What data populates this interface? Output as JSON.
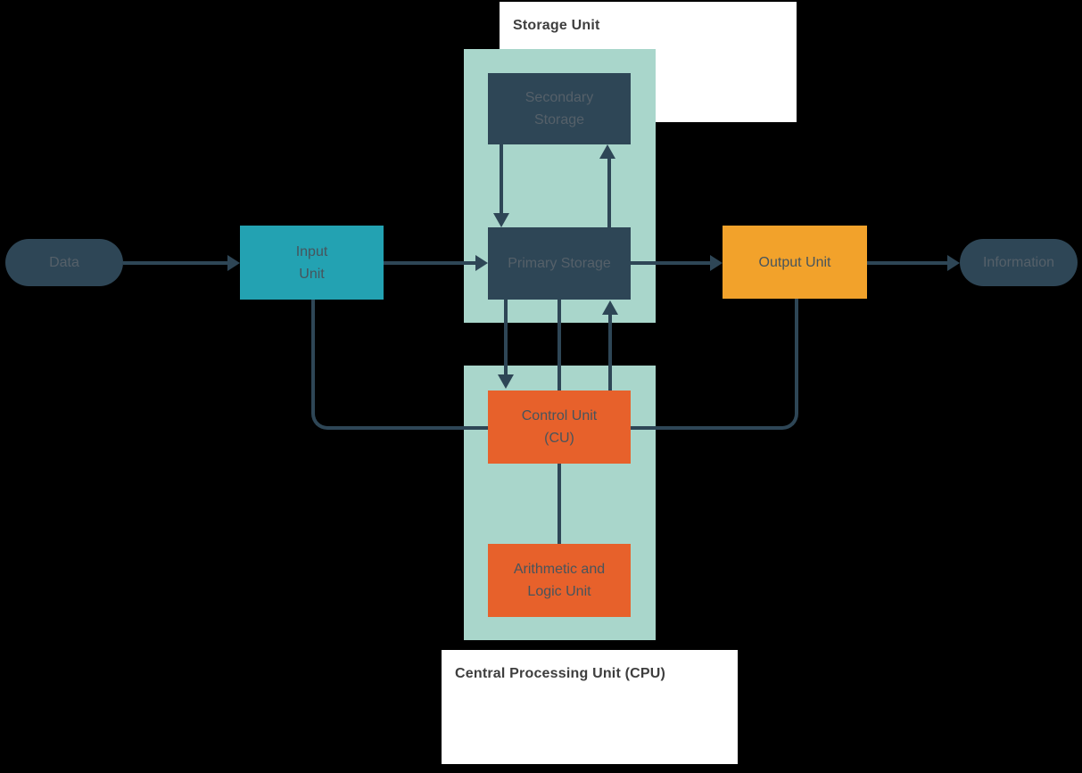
{
  "colors": {
    "background": "#000000",
    "slate": "#2e4656",
    "teal": "#23a2b2",
    "orange": "#e7612b",
    "amber": "#f2a22b",
    "container_green": "#a9d6cb",
    "label_bg": "#ffffff",
    "label_text": "#3e3e3e",
    "text_on_dark": "#556069",
    "text_on_bright": "#47545c",
    "connector": "#2e4656"
  },
  "group_labels": {
    "storage_unit": "Storage Unit",
    "cpu": "Central Processing Unit (CPU)"
  },
  "nodes": {
    "data": {
      "label": "Data"
    },
    "input_unit": {
      "line1": "Input",
      "line2": "Unit"
    },
    "secondary_storage": {
      "line1": "Secondary",
      "line2": "Storage"
    },
    "primary_storage": {
      "label": "Primary Storage"
    },
    "output_unit": {
      "label": "Output Unit"
    },
    "information": {
      "label": "Information"
    },
    "control_unit": {
      "line1": "Control Unit",
      "line2": "(CU)"
    },
    "alu": {
      "line1": "Arithmetic and",
      "line2": "Logic Unit"
    }
  }
}
